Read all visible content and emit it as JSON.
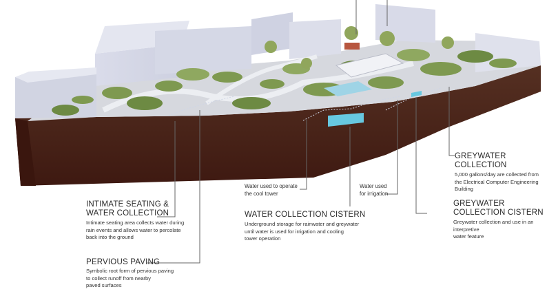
{
  "labels": {
    "intimate_seating": {
      "title_line1": "INTIMATE SEATING &",
      "title_line2": "WATER COLLECTION",
      "desc_line1": "Intimate seating area collects water  during",
      "desc_line2": "rain events and allows water to percolate",
      "desc_line3": "back into the ground"
    },
    "pervious_paving": {
      "title": "PERVIOUS PAVING",
      "desc_line1": "Symbolic root form of pervious paving",
      "desc_line2": "to collect runoff from nearby",
      "desc_line3": "paved surfaces"
    },
    "cool_tower": {
      "line1": "Water used to operate",
      "line2": "the cool tower"
    },
    "cistern": {
      "title": "WATER COLLECTION CISTERN",
      "desc_line1": "Underground storage for rainwater and greywater",
      "desc_line2": "until water is used for irrigation and cooling",
      "desc_line3": "tower operation"
    },
    "irrigation": {
      "line1": "Water used",
      "line2": "for irrigation"
    },
    "greywater_collection": {
      "title": "GREYWATER COLLECTION",
      "desc_line1": "5,000 gallons/day are collected from",
      "desc_line2": "the Electrical Computer Engineering",
      "desc_line3": "Building"
    },
    "greywater_cistern": {
      "title_line1": "GREYWATER",
      "title_line2": "COLLECTION CISTERN",
      "desc_line1": "Greywater collection and use in an interpretive",
      "desc_line2": "water feature"
    }
  },
  "colors": {
    "soil": "#4a1f15",
    "soil_dark": "#3a160e",
    "building": "#d9dbe8",
    "building_shade": "#c4c7d8",
    "ground": "#d7d8de",
    "vegetation": "#7e9950",
    "cistern_water": "#67c8e0",
    "leader": "#555555"
  }
}
